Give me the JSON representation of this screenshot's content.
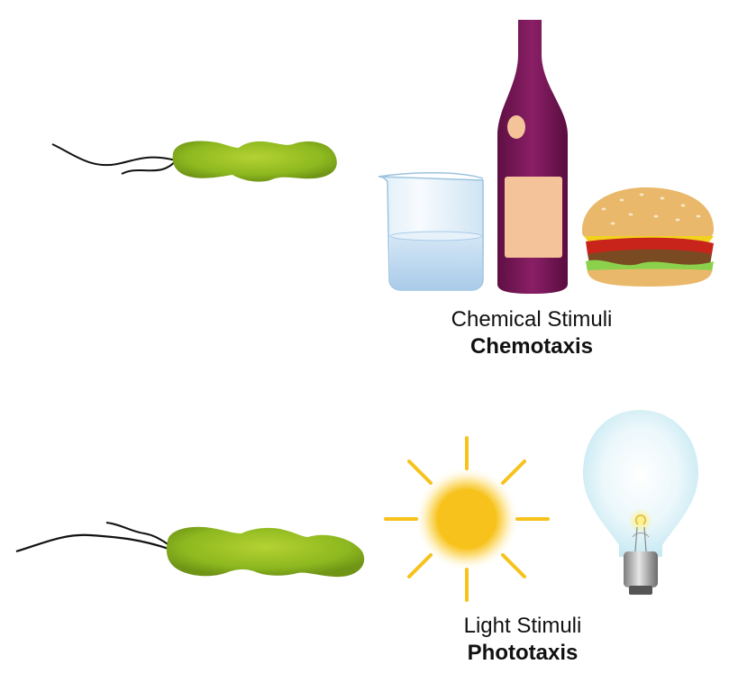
{
  "chemotaxis": {
    "stimulus_label": "Chemical Stimuli",
    "process_label": "Chemotaxis"
  },
  "phototaxis": {
    "stimulus_label": "Light Stimuli",
    "process_label": "Phototaxis"
  },
  "colors": {
    "bacterium": "#8db81f",
    "bottle": "#7a1857",
    "bottle_label": "#f4c39a",
    "sun": "#f7c21b",
    "water": "#b8d7f0",
    "bulb_glow": "#e8f6fb"
  },
  "icons": [
    "bacterium-icon",
    "beaker-icon",
    "wine-bottle-icon",
    "burger-icon",
    "sun-icon",
    "light-bulb-icon"
  ]
}
